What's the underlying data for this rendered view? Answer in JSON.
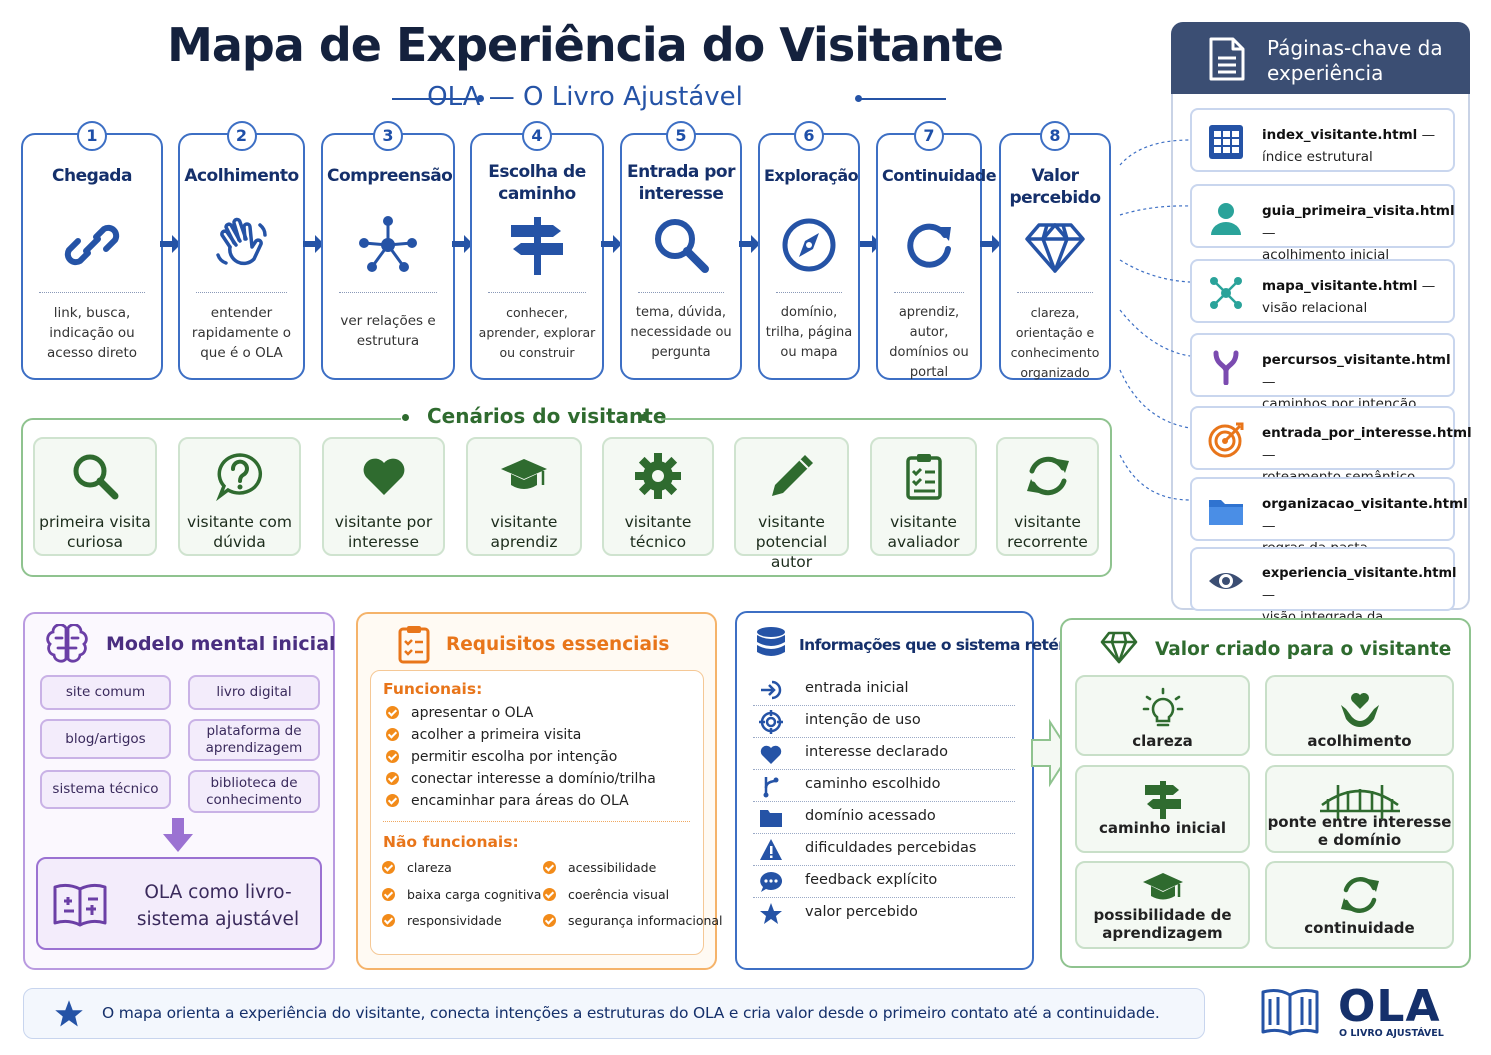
{
  "header": {
    "title": "Mapa de Experiência do Visitante",
    "subtitle": "OLA — O Livro Ajustável"
  },
  "journey": [
    {
      "num": "1",
      "title": "Chegada",
      "desc": "link, busca, indicação ou acesso direto",
      "icon": "link-icon"
    },
    {
      "num": "2",
      "title": "Acolhimento",
      "desc": "entender rapidamente o que é o OLA",
      "icon": "waving-hand-icon"
    },
    {
      "num": "3",
      "title": "Compreensão",
      "desc": "ver relações e estrutura",
      "icon": "network-icon"
    },
    {
      "num": "4",
      "title": "Escolha de caminho",
      "desc": "conhecer, aprender, explorar ou construir",
      "icon": "signpost-icon"
    },
    {
      "num": "5",
      "title": "Entrada por interesse",
      "desc": "tema, dúvida, necessidade ou pergunta",
      "icon": "search-icon"
    },
    {
      "num": "6",
      "title": "Exploração",
      "desc": "domínio, trilha, página ou mapa",
      "icon": "compass-icon"
    },
    {
      "num": "7",
      "title": "Continuidade",
      "desc": "aprendiz, autor, domínios ou portal",
      "icon": "refresh-icon"
    },
    {
      "num": "8",
      "title": "Valor percebido",
      "desc": "clareza, orientação e conhecimento organizado",
      "icon": "diamond-icon"
    }
  ],
  "scenarios": {
    "title": "Cenários do visitante",
    "items": [
      {
        "label": "primeira visita curiosa",
        "icon": "search-icon"
      },
      {
        "label": "visitante com dúvida",
        "icon": "question-bubble-icon"
      },
      {
        "label": "visitante por interesse",
        "icon": "heart-icon"
      },
      {
        "label": "visitante aprendiz",
        "icon": "graduation-cap-icon"
      },
      {
        "label": "visitante técnico",
        "icon": "gear-icon"
      },
      {
        "label": "visitante potencial autor",
        "icon": "pencil-icon"
      },
      {
        "label": "visitante avaliador",
        "icon": "clipboard-icon"
      },
      {
        "label": "visitante recorrente",
        "icon": "refresh-icon"
      }
    ]
  },
  "key_pages": {
    "title": "Páginas-chave da experiência",
    "items": [
      {
        "file": "index_visitante.html",
        "desc": "índice estrutural",
        "icon": "grid-icon"
      },
      {
        "file": "guia_primeira_visita.html",
        "desc": "acolhimento inicial",
        "icon": "user-icon"
      },
      {
        "file": "mapa_visitante.html",
        "desc": "visão relacional",
        "icon": "network-icon"
      },
      {
        "file": "percursos_visitante.html",
        "desc": "caminhos por intenção",
        "icon": "fork-icon"
      },
      {
        "file": "entrada_por_interesse.html",
        "desc": "roteamento semântico",
        "icon": "target-icon"
      },
      {
        "file": "organizacao_visitante.html",
        "desc": "regras da pasta",
        "icon": "folder-icon"
      },
      {
        "file": "experiencia_visitante.html",
        "desc": "visão integrada da experiência",
        "icon": "eye-icon"
      }
    ]
  },
  "mental_model": {
    "title": "Modelo mental inicial",
    "pills": [
      "site comum",
      "livro digital",
      "blog/artigos",
      "plataforma de aprendizagem",
      "sistema técnico",
      "biblioteca de conhecimento"
    ],
    "result": "OLA como livro-sistema ajustável"
  },
  "requirements": {
    "title": "Requisitos essenciais",
    "functional_title": "Funcionais:",
    "functional": [
      "apresentar o OLA",
      "acolher a primeira visita",
      "permitir escolha por intenção",
      "conectar interesse a domínio/trilha",
      "encaminhar para áreas do OLA"
    ],
    "nonfunctional_title": "Não funcionais:",
    "nonfunctional": [
      "clareza",
      "acessibilidade",
      "baixa carga cognitiva",
      "coerência visual",
      "responsividade",
      "segurança informacional"
    ]
  },
  "info": {
    "title": "Informações que o sistema retém",
    "items": [
      {
        "label": "entrada inicial",
        "icon": "login-icon"
      },
      {
        "label": "intenção de uso",
        "icon": "target-icon"
      },
      {
        "label": "interesse declarado",
        "icon": "heart-icon"
      },
      {
        "label": "caminho escolhido",
        "icon": "branch-icon"
      },
      {
        "label": "domínio acessado",
        "icon": "folder-icon"
      },
      {
        "label": "dificuldades percebidas",
        "icon": "warning-icon"
      },
      {
        "label": "feedback explícito",
        "icon": "chat-icon"
      },
      {
        "label": "valor percebido",
        "icon": "star-icon"
      }
    ]
  },
  "value": {
    "title": "Valor criado para o visitante",
    "items": [
      {
        "label": "clareza",
        "icon": "lightbulb-icon"
      },
      {
        "label": "acolhimento",
        "icon": "hands-heart-icon"
      },
      {
        "label": "caminho inicial",
        "icon": "signpost-icon"
      },
      {
        "label": "ponte entre interesse e domínio",
        "icon": "bridge-icon"
      },
      {
        "label": "possibilidade de aprendizagem",
        "icon": "graduation-cap-icon"
      },
      {
        "label": "continuidade",
        "icon": "refresh-icon"
      }
    ]
  },
  "footer": {
    "text": "O mapa orienta a experiência do visitante, conecta intenções a estruturas do OLA e cria valor desde o primeiro contato até a continuidade.",
    "logo": "OLA",
    "logo_sub": "O LIVRO AJUSTÁVEL"
  },
  "colors": {
    "blue": "#2553a6",
    "green": "#2f6b2f",
    "purple": "#6b3fa6",
    "orange": "#e8751a",
    "navy": "#3b4e73"
  }
}
